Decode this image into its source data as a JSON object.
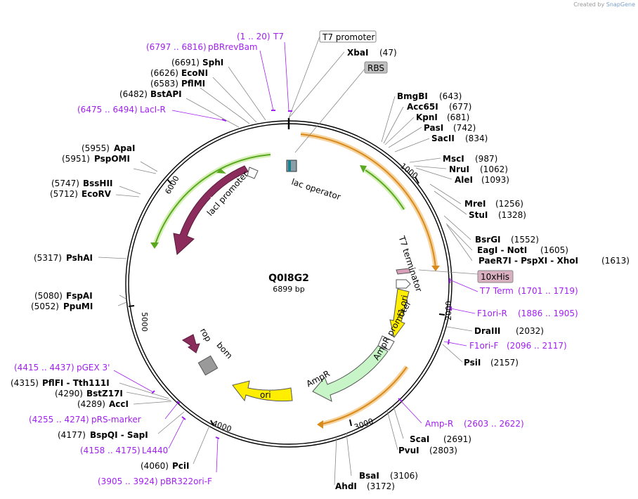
{
  "credit": {
    "prefix": "Created by",
    "brand": "SnapGene"
  },
  "plasmid": {
    "name": "Q0I8G2",
    "size": "6899 bp"
  },
  "ticks": [
    "1000",
    "2000",
    "3000",
    "4000",
    "5000",
    "6000"
  ],
  "features": {
    "lac_operator": "lac operator",
    "t7_terminator": "T7 terminator",
    "f1_ori": "f1 ori",
    "ampr_promoter": "AmpR promoter",
    "ampr": "AmpR",
    "ori": "ori",
    "rop": "rop",
    "bom": "bom",
    "laci": "lacI",
    "laci_promoter": "lacI promoter"
  },
  "boxed": {
    "t7_promoter": "T7 promoter",
    "rbs": "RBS",
    "his": "10xHis"
  },
  "sites_right": [
    {
      "name": "XbaI",
      "pos": "(47)"
    },
    {
      "name": "BmgBI",
      "pos": "(643)"
    },
    {
      "name": "Acc65I",
      "pos": "(677)"
    },
    {
      "name": "KpnI",
      "pos": "(681)"
    },
    {
      "name": "PasI",
      "pos": "(742)"
    },
    {
      "name": "SacII",
      "pos": "(834)"
    },
    {
      "name": "MscI",
      "pos": "(987)"
    },
    {
      "name": "NruI",
      "pos": "(1062)"
    },
    {
      "name": "AleI",
      "pos": "(1093)"
    },
    {
      "name": "MreI",
      "pos": "(1256)"
    },
    {
      "name": "StuI",
      "pos": "(1328)"
    },
    {
      "name": "BsrGI",
      "pos": "(1552)"
    },
    {
      "name": "EagI - NotI",
      "pos": "(1605)"
    },
    {
      "name": "PaeR7I - PspXI - XhoI",
      "pos": "(1613)"
    },
    {
      "name": "DraIII",
      "pos": "(2032)"
    },
    {
      "name": "PsiI",
      "pos": "(2157)"
    },
    {
      "name": "ScaI",
      "pos": "(2691)"
    },
    {
      "name": "PvuI",
      "pos": "(2803)"
    },
    {
      "name": "BsaI",
      "pos": "(3106)"
    },
    {
      "name": "AhdI",
      "pos": "(3172)"
    }
  ],
  "sites_left": [
    {
      "name": "SphI",
      "pos": "(6691)"
    },
    {
      "name": "EcoNI",
      "pos": "(6626)"
    },
    {
      "name": "PflMI",
      "pos": "(6583)"
    },
    {
      "name": "BstAPI",
      "pos": "(6482)"
    },
    {
      "name": "ApaI",
      "pos": "(5955)"
    },
    {
      "name": "PspOMI",
      "pos": "(5951)"
    },
    {
      "name": "BssHII",
      "pos": "(5747)"
    },
    {
      "name": "EcoRV",
      "pos": "(5712)"
    },
    {
      "name": "PshAI",
      "pos": "(5317)"
    },
    {
      "name": "FspAI",
      "pos": "(5080)"
    },
    {
      "name": "PpuMI",
      "pos": "(5052)"
    },
    {
      "name": "PflFI - Tth111I",
      "pos": "(4315)"
    },
    {
      "name": "BstZ17I",
      "pos": "(4290)"
    },
    {
      "name": "AccI",
      "pos": "(4289)"
    },
    {
      "name": "BspQI - SapI",
      "pos": "(4177)"
    },
    {
      "name": "PciI",
      "pos": "(4060)"
    }
  ],
  "primers_right": [
    {
      "name": "T7 Term",
      "range": "(1701 .. 1719)"
    },
    {
      "name": "F1ori-R",
      "range": "(1886 .. 1905)"
    },
    {
      "name": "F1ori-F",
      "range": "(2096 .. 2117)"
    },
    {
      "name": "Amp-R",
      "range": "(2603 .. 2622)"
    }
  ],
  "primers_left": [
    {
      "name": "T7",
      "range": "(1 .. 20)"
    },
    {
      "name": "pBRrevBam",
      "range": "(6797 .. 6816)"
    },
    {
      "name": "LacI-R",
      "range": "(6475 .. 6494)"
    },
    {
      "name": "pGEX 3'",
      "range": "(4415 .. 4437)"
    },
    {
      "name": "pRS-marker",
      "range": "(4255 .. 4274)"
    },
    {
      "name": "L4440",
      "range": "(4158 .. 4175)"
    },
    {
      "name": "pBR322ori-F",
      "range": "(3905 .. 3924)"
    }
  ],
  "colors": {
    "backbone": "#000000",
    "cds_orange": "#f0a030",
    "cds_green": "#5aa820",
    "laci": "#8b2c5c",
    "f1_ori": "#ffee00",
    "ori": "#ffee00",
    "ampr": "#c8f5c8",
    "primer": "#a020f0",
    "rbs_box": "#c0c0c0",
    "his_box": "#d8b0c0"
  }
}
